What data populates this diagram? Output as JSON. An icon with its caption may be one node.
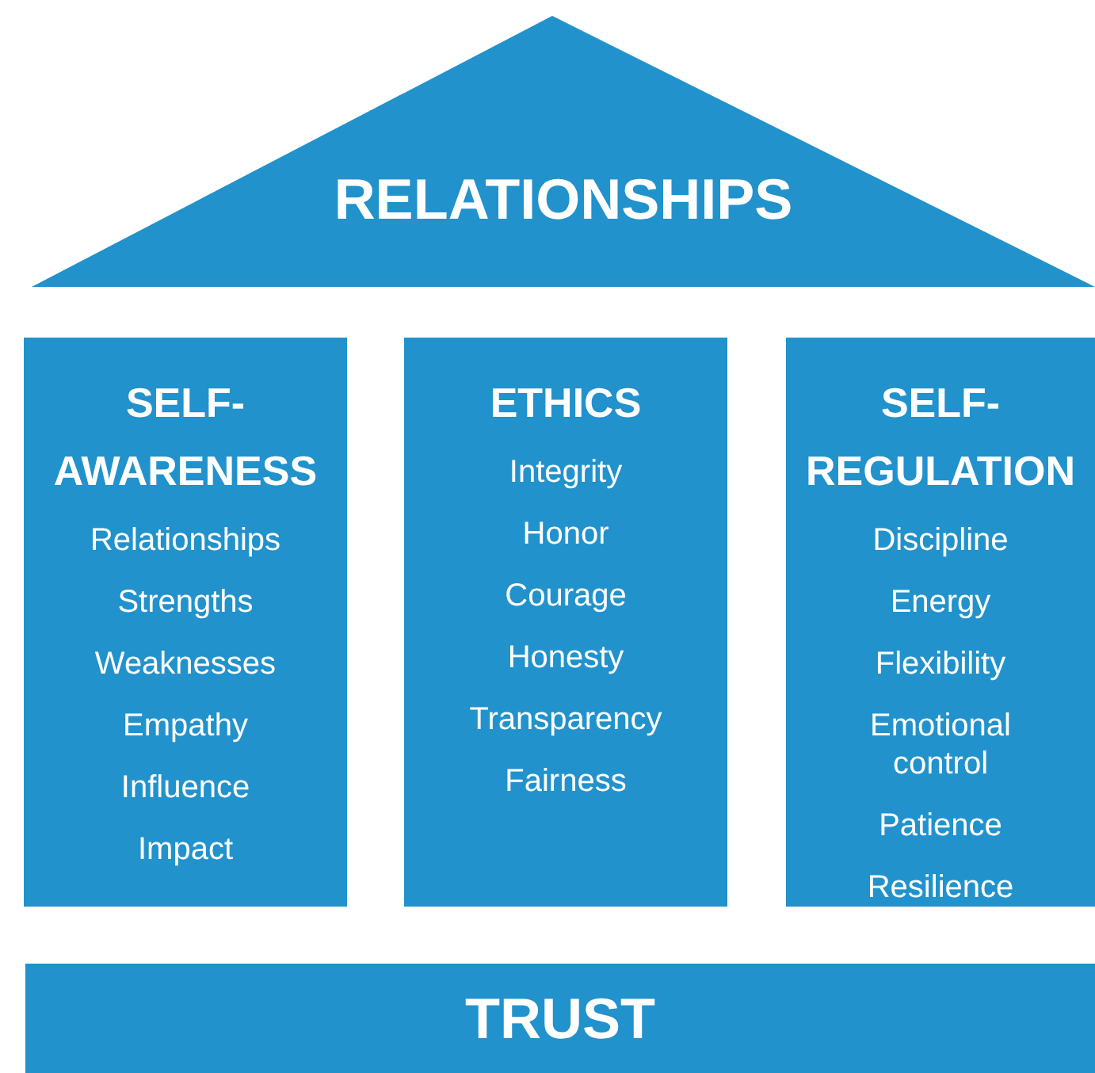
{
  "diagram": {
    "nodes": [
      {
        "text": [
          "RELATIONSHIPS"
        ]
      },
      {
        "text": [
          "SELF- AWARENESS",
          "Relationships",
          "Strengths",
          "Weaknesses",
          "Empathy",
          "Influence",
          "Impact"
        ]
      },
      {
        "text": [
          "ETHICS",
          "Integrity",
          "Honor",
          "Courage",
          "Honesty",
          "Transparency",
          "Fairness"
        ]
      },
      {
        "text": [
          "SELF- REGULATION",
          "Discipline",
          "Energy",
          "Flexibility",
          "Emotional control",
          "Patience",
          "Resilience"
        ]
      },
      {
        "text": [
          "TRUST"
        ]
      }
    ]
  }
}
